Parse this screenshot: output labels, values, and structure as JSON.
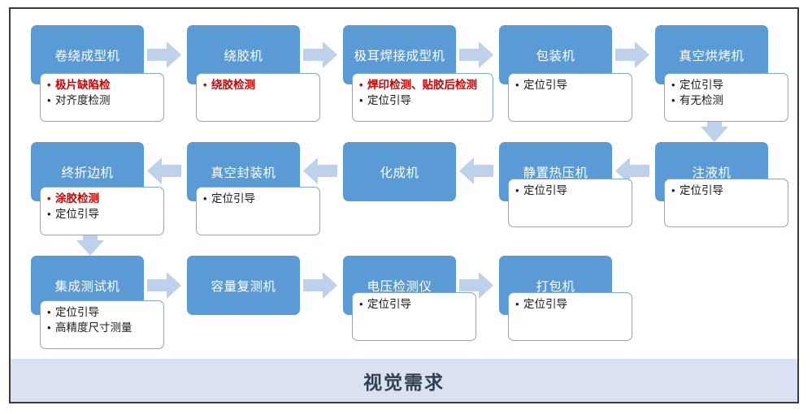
{
  "diagram": {
    "title_banner": "视觉需求",
    "accent_blue": "#5b9bd5",
    "arrow_blue": "#bdd2ea",
    "highlight_red": "#d00000",
    "banner_bg": "#d9e1f2",
    "rows": [
      {
        "direction": "left-to-right",
        "nodes": [
          {
            "name": "卷绕成型机",
            "items": [
              {
                "text": "极片缺陷检",
                "highlight": true
              },
              {
                "text": "对齐度检测",
                "highlight": false
              }
            ]
          },
          {
            "name": "绕胶机",
            "items": [
              {
                "text": "绕胶检测",
                "highlight": true
              }
            ]
          },
          {
            "name": "极耳焊接成型机",
            "items": [
              {
                "text": "焊印检测、贴胶后检测",
                "highlight": true
              },
              {
                "text": "定位引导",
                "highlight": false
              }
            ]
          },
          {
            "name": "包装机",
            "items": [
              {
                "text": "定位引导",
                "highlight": false
              }
            ]
          },
          {
            "name": "真空烘烤机",
            "items": [
              {
                "text": "定位引导",
                "highlight": false
              },
              {
                "text": "有无检测",
                "highlight": false
              }
            ]
          }
        ]
      },
      {
        "direction": "right-to-left",
        "nodes": [
          {
            "name": "终折边机",
            "items": [
              {
                "text": "涂胶检测",
                "highlight": true
              },
              {
                "text": "定位引导",
                "highlight": false
              }
            ]
          },
          {
            "name": "真空封装机",
            "items": [
              {
                "text": "定位引导",
                "highlight": false
              }
            ]
          },
          {
            "name": "化成机",
            "items": []
          },
          {
            "name": "静置热压机",
            "items": [
              {
                "text": "定位引导",
                "highlight": false
              }
            ]
          },
          {
            "name": "注液机",
            "items": [
              {
                "text": "定位引导",
                "highlight": false
              }
            ]
          }
        ]
      },
      {
        "direction": "left-to-right",
        "nodes": [
          {
            "name": "集成测试机",
            "items": [
              {
                "text": "定位引导",
                "highlight": false
              },
              {
                "text": "高精度尺寸测量",
                "highlight": false
              }
            ]
          },
          {
            "name": "容量复测机",
            "items": []
          },
          {
            "name": "电压检测仪",
            "items": [
              {
                "text": "定位引导",
                "highlight": false
              }
            ]
          },
          {
            "name": "打包机",
            "items": [
              {
                "text": "定位引导",
                "highlight": false
              }
            ]
          }
        ]
      }
    ],
    "connectors": {
      "row1_to_row2": "down-arrow-right-side",
      "row2_to_row3": "down-arrow-left-side"
    }
  }
}
